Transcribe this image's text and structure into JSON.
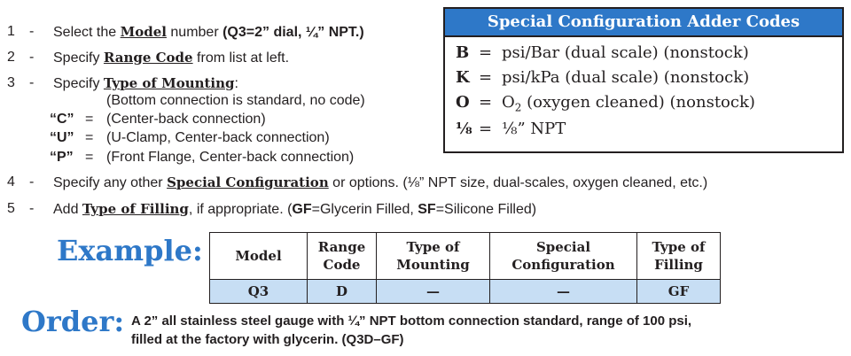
{
  "steps": [
    {
      "num": "1",
      "dash": "-",
      "pre": "Select the ",
      "kw": "Model",
      "post": " number ",
      "bold": "(Q3=2” dial, ¼” NPT.)"
    },
    {
      "num": "2",
      "dash": "-",
      "pre": "Specify ",
      "kw": "Range Code",
      "post": " from list at left."
    },
    {
      "num": "3",
      "dash": "-",
      "pre": "Specify ",
      "kw": "Type of Mounting",
      "post": ":"
    },
    {
      "num": "4",
      "dash": "-",
      "pre": "Specify any other ",
      "kw": "Special Configuration",
      "post": " or options.  (⅛” NPT size, dual-scales, oxygen cleaned, etc.)"
    },
    {
      "num": "5",
      "dash": "-",
      "pre": "Add ",
      "kw": "Type of Filling",
      "post": ", if appropriate. (",
      "gf": "GF",
      "gf_desc": "=Glycerin Filled, ",
      "sf": "SF",
      "sf_desc": "=Silicone Filled)"
    }
  ],
  "mounting": {
    "note": "(Bottom connection is standard, no code)",
    "options": [
      {
        "code": "“C”",
        "eq": "=",
        "desc": "(Center-back connection)"
      },
      {
        "code": "“U”",
        "eq": "=",
        "desc": "(U-Clamp, Center-back connection)"
      },
      {
        "code": "“P”",
        "eq": "=",
        "desc": "(Front Flange, Center-back connection)"
      }
    ]
  },
  "adder": {
    "title": "Special Configuration Adder Codes",
    "rows": [
      {
        "code": "B",
        "eq": "=",
        "desc": "psi/Bar (dual scale) (nonstock)"
      },
      {
        "code": "K",
        "eq": "=",
        "desc": "psi/kPa (dual scale) (nonstock)"
      },
      {
        "code": "O",
        "eq": "=",
        "desc_pre": "O",
        "desc_sub": "2",
        "desc_post": " (oxygen cleaned) (nonstock)"
      },
      {
        "code": "⅛",
        "eq": "=",
        "desc": "⅛” NPT"
      }
    ]
  },
  "example": {
    "label": "Example:",
    "headers": [
      {
        "line1": "",
        "line2": "Model"
      },
      {
        "line1": "Range",
        "line2": "Code"
      },
      {
        "line1": "Type of",
        "line2": "Mounting"
      },
      {
        "line1": "Special",
        "line2": "Configuration"
      },
      {
        "line1": "Type of",
        "line2": "Filling"
      }
    ],
    "values": [
      "Q3",
      "D",
      "—",
      "—",
      "GF"
    ]
  },
  "order": {
    "label": "Order:",
    "line1": "A 2” all stainless steel gauge with ¼” NPT bottom connection standard, range of 100 psi,",
    "line2": "filled at the factory with glycerin.  (Q3D–GF)"
  },
  "colors": {
    "accent": "#2e78c8",
    "table_fill": "#c7def4",
    "text": "#231f20"
  }
}
